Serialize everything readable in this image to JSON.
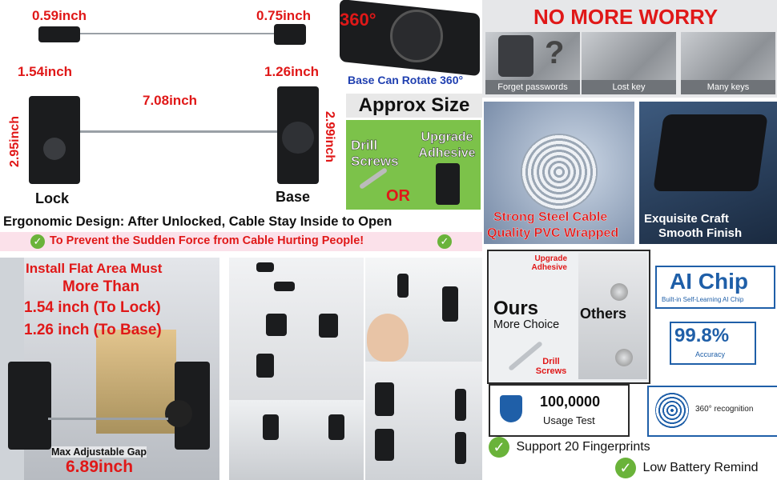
{
  "dimensions": {
    "width_a": "0.59inch",
    "width_b": "0.75inch",
    "lock_width": "1.54inch",
    "base_width": "1.26inch",
    "cable_length": "7.08inch",
    "lock_height": "2.95inch",
    "base_height": "2.99inch",
    "lock_label": "Lock",
    "base_label": "Base"
  },
  "rotate": {
    "degrees": "360°",
    "caption": "Base Can Rotate 360°"
  },
  "approx_size": "Approx Size",
  "install": {
    "drill": "Drill Screws",
    "adhesive": "Upgrade Adhesive",
    "or": "OR"
  },
  "ergonomic": {
    "headline": "Ergonomic Design: After Unlocked, Cable Stay Inside to Open",
    "subline": "To Prevent the Sudden Force from Cable Hurting People!"
  },
  "flat_area": {
    "line1": "Install Flat Area Must",
    "line2": "More Than",
    "line3": "1.54 inch (To Lock)",
    "line4": "1.26 inch (To Base)",
    "gap_label": "Max Adjustable Gap",
    "gap_value": "6.89inch"
  },
  "worry": {
    "title": "NO MORE WORRY",
    "tiles": [
      "Forget passwords",
      "Lost key",
      "Many keys"
    ]
  },
  "cable_panel": {
    "line1": "Strong Steel Cable",
    "line2": "Quality PVC Wrapped"
  },
  "craft_panel": {
    "line1": "Exquisite Craft",
    "line2": "Smooth Finish"
  },
  "compare": {
    "upgrade": "Upgrade Adhesive",
    "ours": "Ours",
    "more_choice": "More Choice",
    "drill": "Drill Screws",
    "others": "Others"
  },
  "ai_chip": {
    "title": "AI Chip",
    "subtitle": "Built-in Self-Learning AI Chip"
  },
  "accuracy": {
    "value": "99.8%",
    "label": "Accuracy"
  },
  "usage": {
    "value": "100,0000",
    "label": "Usage Test"
  },
  "recognition": {
    "label": "360° recognition"
  },
  "features": {
    "fingerprints": "Support 20 Fingerprints",
    "battery": "Low Battery Remind"
  },
  "colors": {
    "red": "#e01818",
    "green": "#6ab33a",
    "blue": "#1f5fa8"
  }
}
